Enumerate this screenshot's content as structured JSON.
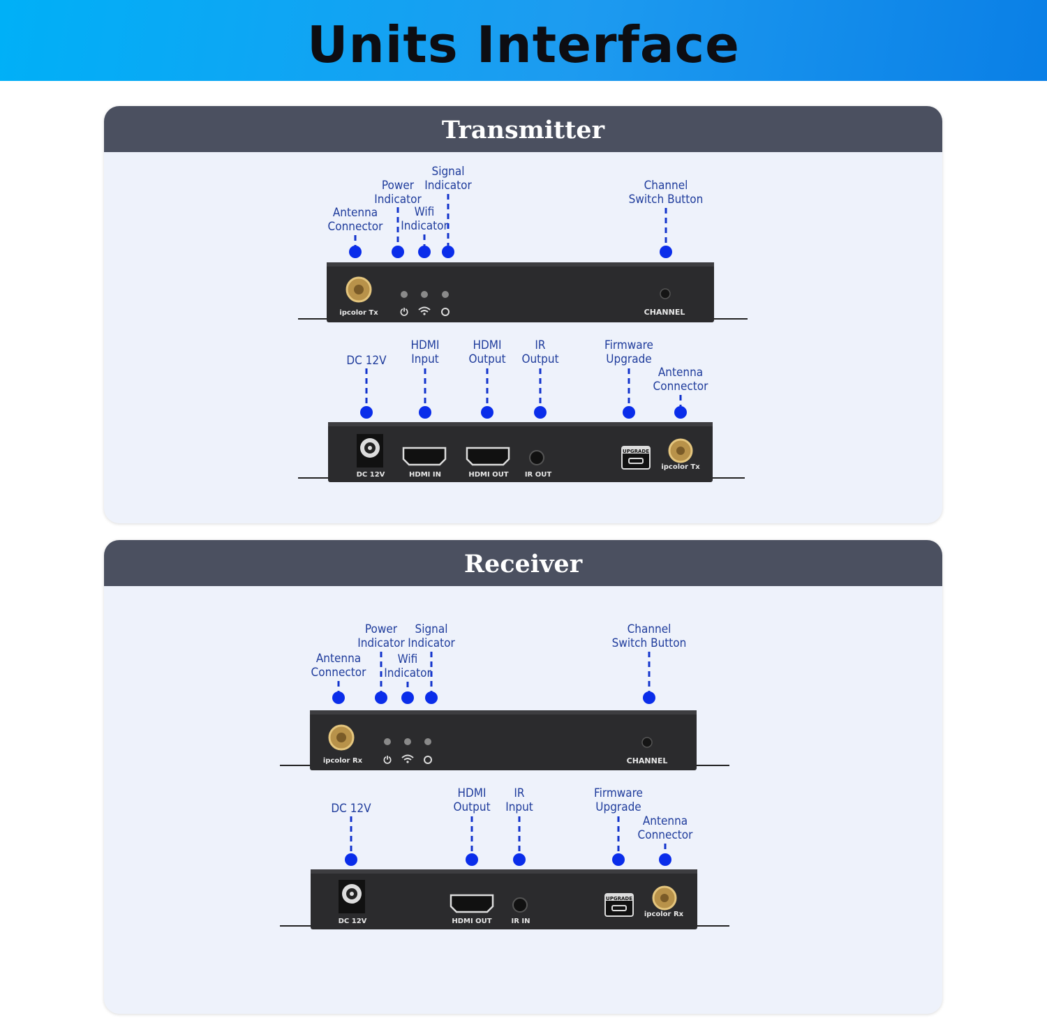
{
  "title": "Units Interface",
  "transmitter": {
    "title": "Transmitter",
    "front_labels": {
      "antenna": [
        "Antenna",
        "Connector"
      ],
      "power": [
        "Power",
        "Indicator"
      ],
      "wifi": [
        "Wifi",
        "Indicator"
      ],
      "signal": [
        "Signal",
        "Indicator"
      ],
      "channel": [
        "Channel",
        "Switch Button"
      ]
    },
    "front_device": {
      "brand": "ipcolor Tx",
      "channel": "CHANNEL"
    },
    "rear_labels": {
      "dc": [
        "DC 12V"
      ],
      "hdmi_in": [
        "HDMI",
        "Input"
      ],
      "hdmi_out": [
        "HDMI",
        "Output"
      ],
      "ir": [
        "IR",
        "Output"
      ],
      "firmware": [
        "Firmware",
        "Upgrade"
      ],
      "antenna": [
        "Antenna",
        "Connector"
      ]
    },
    "rear_device": {
      "dc": "DC 12V",
      "hdmi_in": "HDMI IN",
      "hdmi_out": "HDMI OUT",
      "ir": "IR OUT",
      "upgrade": "UPGRADE",
      "brand": "ipcolor Tx"
    }
  },
  "receiver": {
    "title": "Receiver",
    "front_labels": {
      "antenna": [
        "Antenna",
        "Connector"
      ],
      "power": [
        "Power",
        "Indicator"
      ],
      "wifi": [
        "Wifi",
        "Indicator"
      ],
      "signal": [
        "Signal",
        "Indicator"
      ],
      "channel": [
        "Channel",
        "Switch Button"
      ]
    },
    "front_device": {
      "brand": "ipcolor Rx",
      "channel": "CHANNEL"
    },
    "rear_labels": {
      "dc": [
        "DC 12V"
      ],
      "hdmi_out": [
        "HDMI",
        "Output"
      ],
      "ir": [
        "IR",
        "Input"
      ],
      "firmware": [
        "Firmware",
        "Upgrade"
      ],
      "antenna": [
        "Antenna",
        "Connector"
      ]
    },
    "rear_device": {
      "dc": "DC 12V",
      "hdmi_out": "HDMI OUT",
      "ir": "IR IN",
      "upgrade": "UPGRADE",
      "brand": "ipcolor Rx"
    }
  }
}
